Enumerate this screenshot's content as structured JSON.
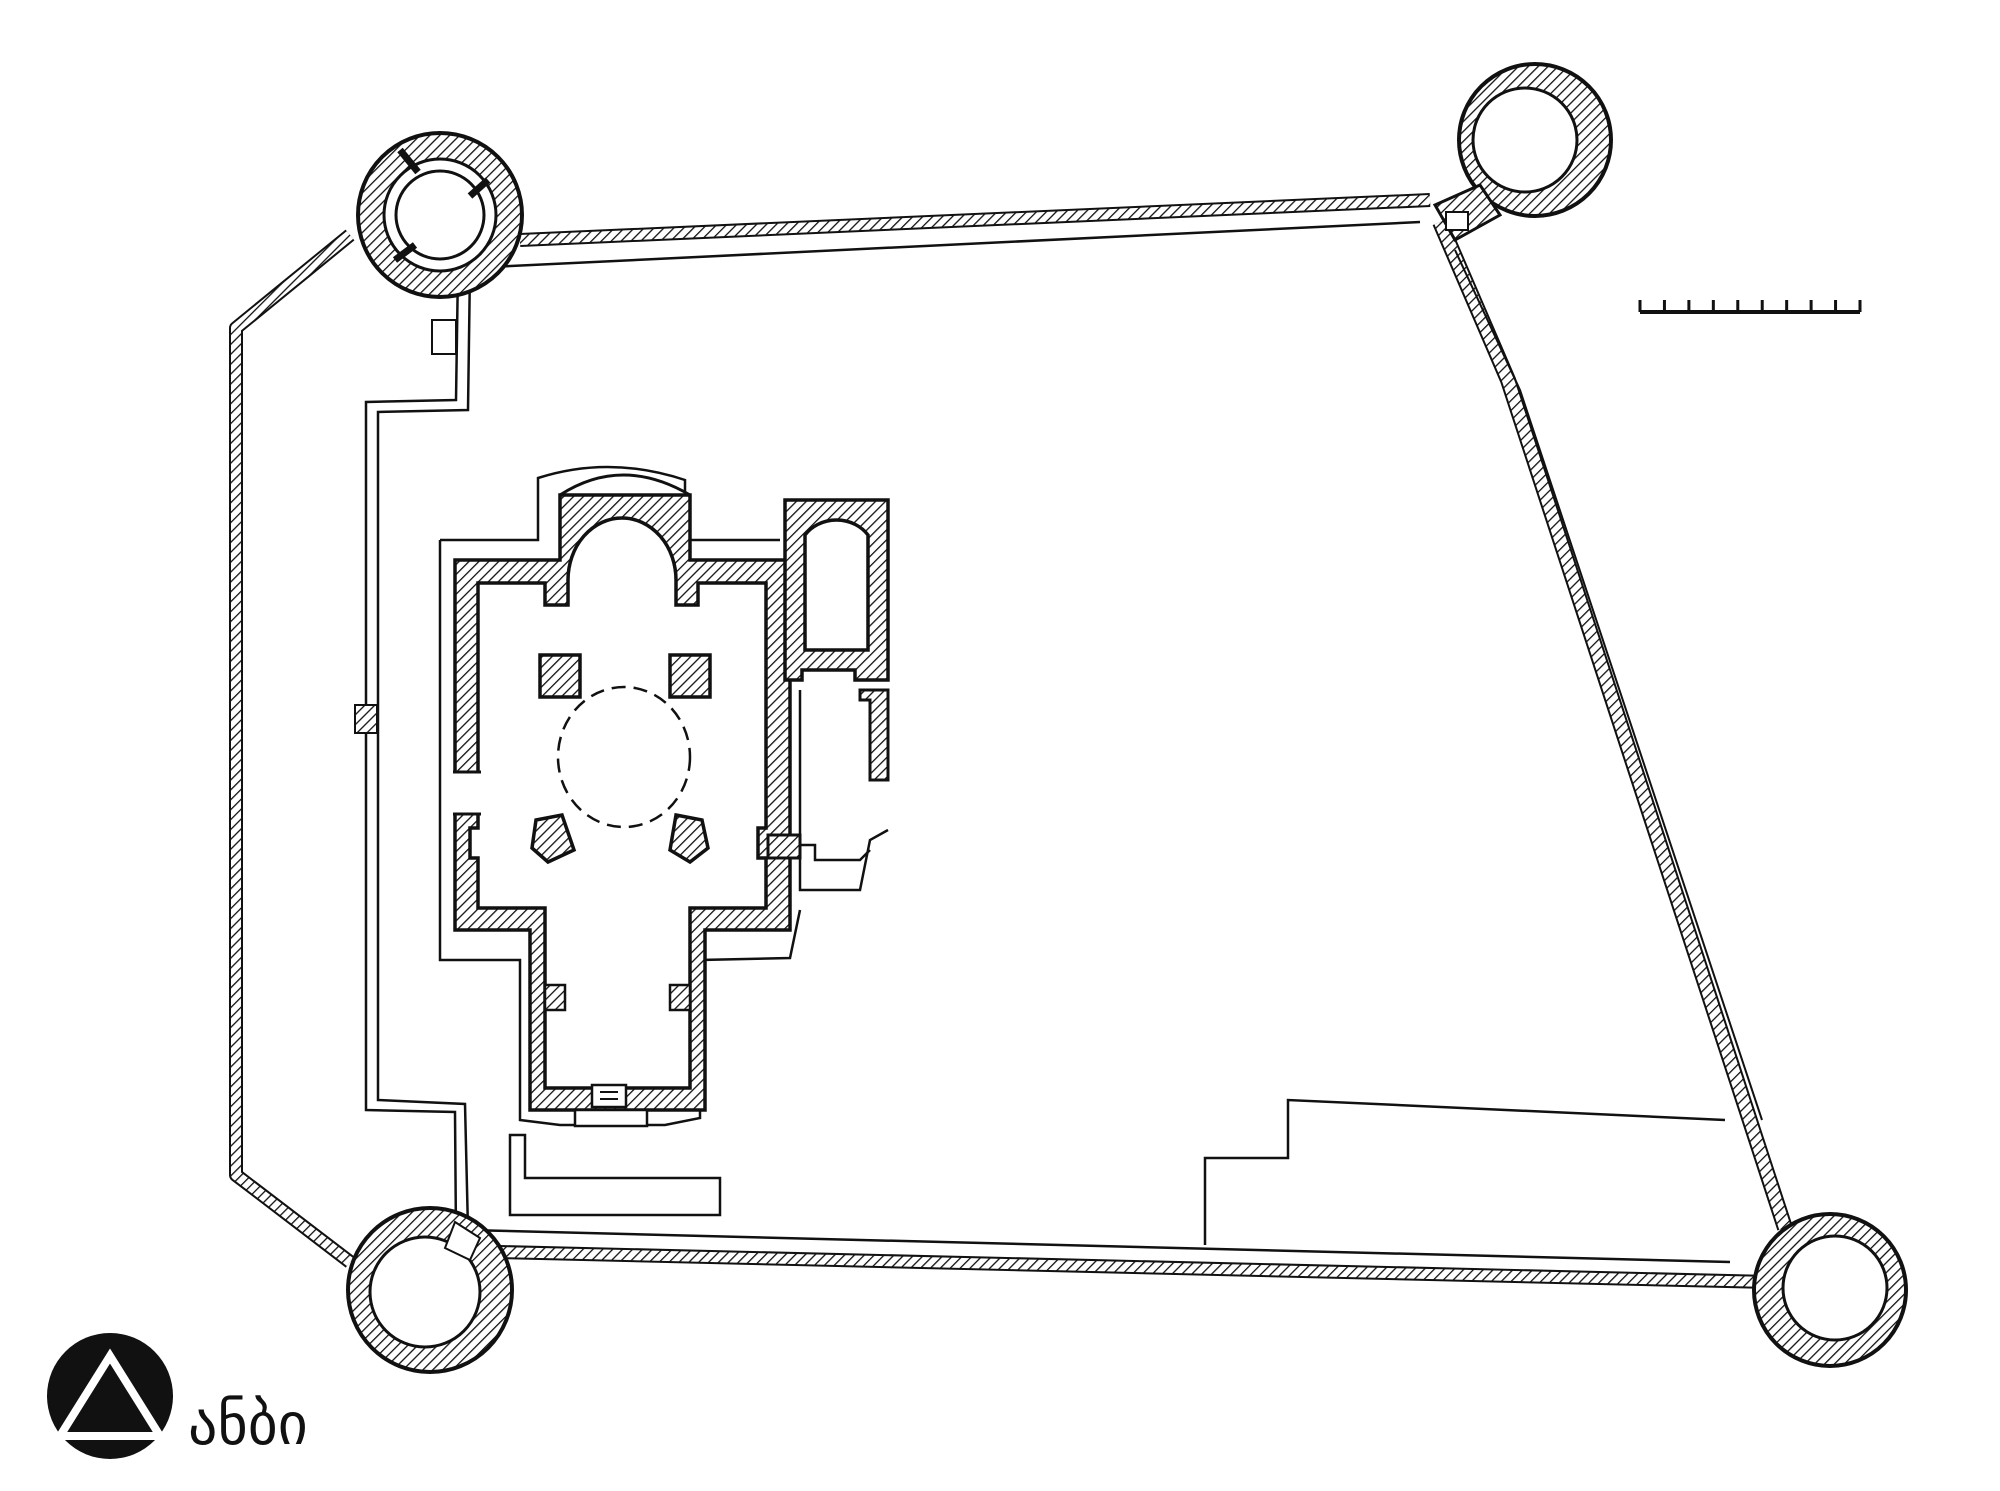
{
  "figure": {
    "kind": "architectural-plan",
    "colors": {
      "ink": "#111111",
      "paper": "#ffffff"
    },
    "scale_bar": {
      "divisions": 9
    }
  },
  "logo": {
    "text": "ანბი",
    "icon": "triangle-in-circle-logo"
  }
}
